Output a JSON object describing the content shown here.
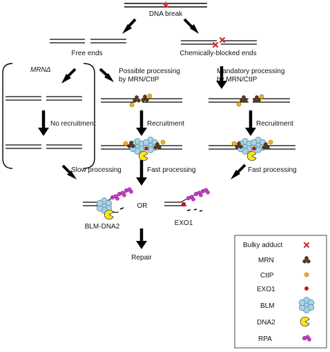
{
  "top": {
    "label": "DNA break"
  },
  "branches": {
    "free_ends": "Free ends",
    "blocked_ends": "Chemically-blocked ends"
  },
  "mrn_delta": "MRNΔ",
  "left_column": {
    "step": "No recruitment",
    "outcome": "Slow processing"
  },
  "middle_column": {
    "step1": [
      "Possible processing",
      "by MRN/CtIP"
    ],
    "step2": "Recruitment",
    "outcome": "Fast processing"
  },
  "right_column": {
    "step1": [
      "Mandatory processing",
      "by MRN/CtIP"
    ],
    "step2": "Recruitment",
    "outcome": "Fast processing"
  },
  "resection": {
    "option_a": "BLM-DNA2",
    "connector": "OR",
    "option_b": "EXO1"
  },
  "final": "Repair",
  "legend": {
    "items": [
      {
        "label": "Bulky adduct",
        "icon": "bulky-adduct-icon",
        "color": "#d62828"
      },
      {
        "label": "MRN",
        "icon": "mrn-icon",
        "color": "#5a3a1e"
      },
      {
        "label": "CtIP",
        "icon": "ctip-icon",
        "color": "#f0b020"
      },
      {
        "label": "EXO1",
        "icon": "exo1-icon",
        "color": "#c01818"
      },
      {
        "label": "BLM",
        "icon": "blm-icon",
        "color": "#a8d4e6"
      },
      {
        "label": "DNA2",
        "icon": "dna2-icon",
        "color": "#f6e61a"
      },
      {
        "label": "RPA",
        "icon": "rpa-icon",
        "color": "#c43cc4"
      }
    ]
  }
}
